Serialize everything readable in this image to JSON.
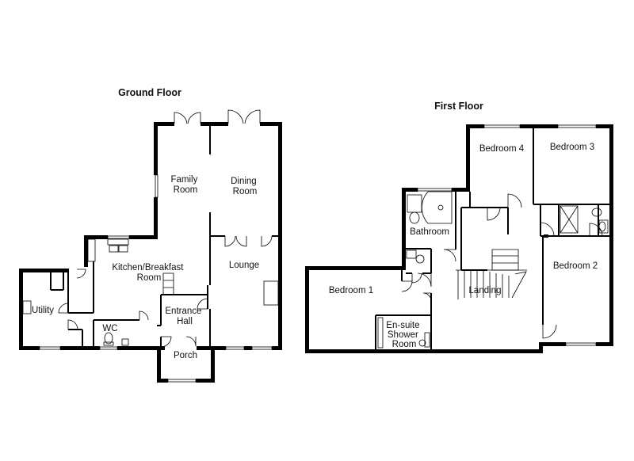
{
  "floors": {
    "ground": {
      "title": "Ground Floor",
      "rooms": {
        "family_room": [
          "Family",
          "Room"
        ],
        "dining_room": [
          "Dining",
          "Room"
        ],
        "kitchen": [
          "Kitchen/Breakfast",
          "Room"
        ],
        "lounge": [
          "Lounge"
        ],
        "utility": [
          "Utility"
        ],
        "entrance_hall": [
          "Entrance",
          "Hall"
        ],
        "wc": [
          "WC"
        ],
        "porch": [
          "Porch"
        ]
      }
    },
    "first": {
      "title": "First Floor",
      "rooms": {
        "bedroom4": [
          "Bedroom 4"
        ],
        "bedroom3": [
          "Bedroom 3"
        ],
        "bathroom": [
          "Bathroom"
        ],
        "bedroom2": [
          "Bedroom 2"
        ],
        "bedroom1": [
          "Bedroom 1"
        ],
        "landing": [
          "Landing"
        ],
        "ensuite": [
          "En-suite",
          "Shower",
          "Room"
        ]
      }
    }
  }
}
